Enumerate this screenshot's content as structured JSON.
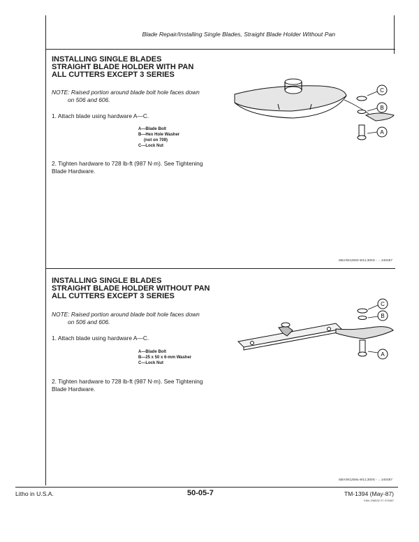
{
  "header": {
    "running_title": "Blade Repair/Installing Single Blades, Straight Blade Holder Without Pan"
  },
  "sections": [
    {
      "title_lines": [
        "INSTALLING SINGLE BLADES",
        "STRAIGHT BLADE HOLDER WITH PAN",
        "ALL CUTTERS EXCEPT 3 SERIES"
      ],
      "note_line1": "NOTE: Raised portion around blade bolt hole faces down",
      "note_line2": "on 506 and 606.",
      "step1": "1. Attach blade using hardware A—C.",
      "legend": [
        "A—Blade Bolt",
        "B—Hex Hole Washer",
        "(not on 709)",
        "C—Lock Nut"
      ],
      "step2_line1": "2. Tighten hardware to 728 lb-ft (987 N·m). See Tightening",
      "step2_line2": "Blade Hardware.",
      "callouts": [
        "C",
        "B",
        "A"
      ],
      "ref_code": "SBA/W12593  W11;300S  -→  240487"
    },
    {
      "title_lines": [
        "INSTALLING SINGLE BLADES",
        "STRAIGHT BLADE HOLDER WITHOUT PAN",
        "ALL CUTTERS EXCEPT 3 SERIES"
      ],
      "note_line1": "NOTE: Raised portion around blade bolt hole faces down",
      "note_line2": "on 506 and 606.",
      "step1": "1. Attach blade using hardware A—C.",
      "legend": [
        "A—Blade Bolt",
        "B—25 x 50 x 6-mm Washer",
        "C—Lock Nut"
      ],
      "step2_line1": "2. Tighten hardware to 728 lb-ft (987 N·m). See Tightening",
      "step2_line2": "Blade Hardware.",
      "callouts": [
        "C",
        "B",
        "A"
      ],
      "ref_code": "SBA/W1259a  W11;300S  -→  240487"
    }
  ],
  "footer": {
    "litho": "Litho in U.S.A.",
    "page_number": "50-05-7",
    "manual": "TM-1394 (May-87)",
    "small_code": "KMe-258532  07  070587"
  }
}
